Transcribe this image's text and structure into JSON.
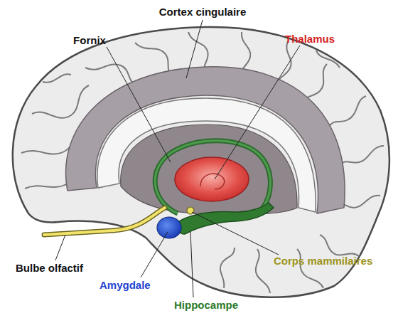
{
  "diagram": {
    "labels": [
      "Cortex cingulaire",
      "Fornix",
      "Thalamus",
      "Bulbe olfactif",
      "Amygdale",
      "Hippocampe",
      "Corps mammilaires"
    ]
  }
}
